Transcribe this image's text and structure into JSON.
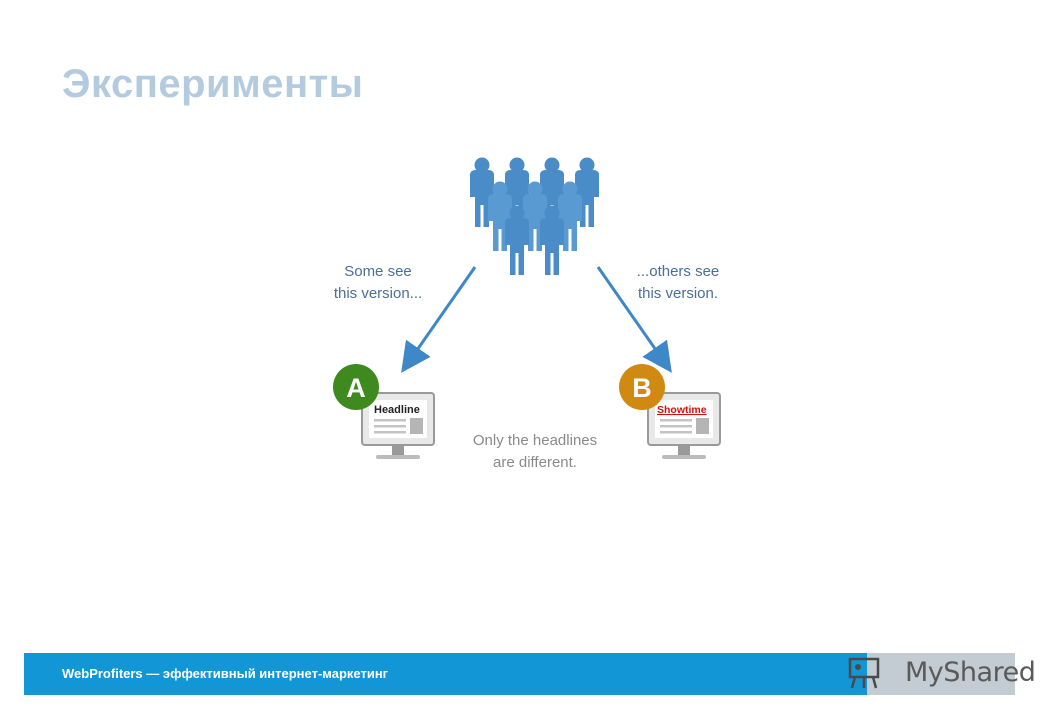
{
  "slide": {
    "title": "Эксперименты"
  },
  "diagram": {
    "left_caption_line1": "Some see",
    "left_caption_line2": "this version...",
    "right_caption_line1": "...others see",
    "right_caption_line2": "this version.",
    "center_caption_line1": "Only the headlines",
    "center_caption_line2": "are different.",
    "variant_a": {
      "letter": "A",
      "headline": "Headline",
      "color": "#3f8a1f"
    },
    "variant_b": {
      "letter": "B",
      "headline": "Showtime",
      "color": "#d08a12",
      "headline_color": "#cc1111"
    },
    "people_color": "#4a8cc7",
    "arrow_color": "#3e88c8"
  },
  "footer": {
    "text": "WebProfiters — эффективный интернет-маркетинг",
    "bar_color": "#1296d6"
  },
  "logo": {
    "text": "MyShared"
  }
}
